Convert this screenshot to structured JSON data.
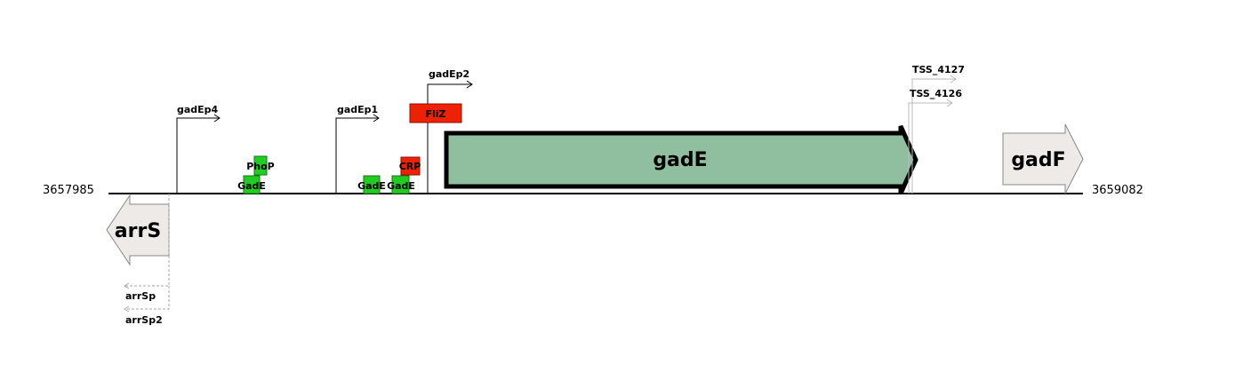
{
  "region": {
    "start": "3657985",
    "end": "3659082"
  },
  "genes": [
    {
      "name": "arrS",
      "strand": "-",
      "fill": "#eeeae8"
    },
    {
      "name": "gadE",
      "strand": "+",
      "fill": "#8fbf9f"
    },
    {
      "name": "gadF",
      "strand": "+",
      "fill": "#eeeae8"
    }
  ],
  "promoters": [
    {
      "name": "gadEp4"
    },
    {
      "name": "gadEp1"
    },
    {
      "name": "gadEp2"
    },
    {
      "name": "arrSp"
    },
    {
      "name": "arrSp2"
    }
  ],
  "tss": [
    {
      "name": "TSS_4127"
    },
    {
      "name": "TSS_4126"
    }
  ],
  "sites": [
    {
      "name": "PhoP",
      "type": "activator",
      "color": "#22cc22"
    },
    {
      "name": "GadE",
      "type": "activator",
      "color": "#22cc22"
    },
    {
      "name": "GadE",
      "type": "activator",
      "color": "#22cc22"
    },
    {
      "name": "GadE",
      "type": "activator",
      "color": "#22cc22"
    },
    {
      "name": "CRP",
      "type": "repressor",
      "color": "#ee2200"
    },
    {
      "name": "FliZ",
      "type": "repressor",
      "color": "#ee2200"
    }
  ]
}
